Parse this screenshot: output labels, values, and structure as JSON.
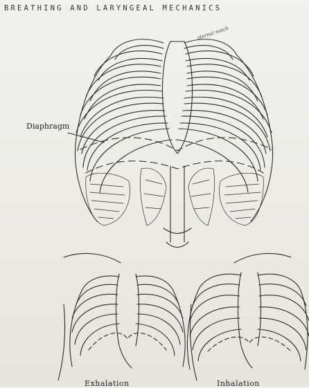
{
  "header": {
    "title": "BREATHING AND LARYNGEAL MECHANICS"
  },
  "figure": {
    "diaphragm_label": "Diaphragm",
    "sternal_note": "sternal notch",
    "panels": [
      {
        "caption": "Exhalation"
      },
      {
        "caption": "Inhalation"
      }
    ]
  },
  "colors": {
    "paper": "#efeee8",
    "ink": "#222222"
  }
}
